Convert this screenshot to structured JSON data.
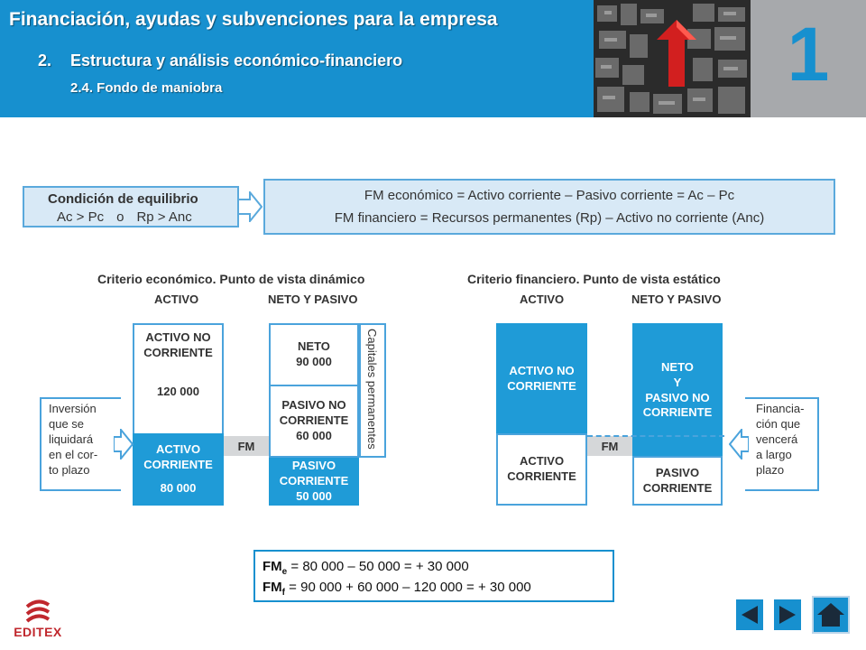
{
  "header": {
    "title": "Financiación, ayudas y subvenciones para la empresa",
    "subtitle_number": "2.",
    "subtitle": "Estructura y análisis económico-financiero",
    "section": "2.4. Fondo de maniobra",
    "chapter_number": "1",
    "accent_color": "#1790cf"
  },
  "condition": {
    "title": "Condición de equilibrio",
    "line_a": "Ac > Pc",
    "connector": "o",
    "line_b": "Rp > Anc"
  },
  "formulas": {
    "economic": "FM económico = Activo corriente – Pasivo corriente = Ac – Pc",
    "financial": "FM financiero = Recursos permanentes (Rp) – Activo no corriente (Anc)"
  },
  "economic_criterion": {
    "title": "Criterio económico. Punto de vista dinámico",
    "col_activo": "ACTIVO",
    "col_neto_pasivo": "NETO Y PASIVO",
    "anc_label_1": "ACTIVO NO",
    "anc_label_2": "CORRIENTE",
    "anc_value": "120 000",
    "ac_label_1": "ACTIVO",
    "ac_label_2": "CORRIENTE",
    "ac_value": "80 000",
    "neto_label": "NETO",
    "neto_value": "90 000",
    "pnc_label_1": "PASIVO NO",
    "pnc_label_2": "CORRIENTE",
    "pnc_value": "60 000",
    "pc_label_1": "PASIVO",
    "pc_label_2": "CORRIENTE",
    "pc_value": "50 000",
    "fm": "FM",
    "capitales": "Capitales permanentes",
    "side_note_1": "Inversión",
    "side_note_2": "que se",
    "side_note_3": "liquidará",
    "side_note_4": "en el cor-",
    "side_note_5": "to plazo"
  },
  "financial_criterion": {
    "title": "Criterio financiero. Punto de vista estático",
    "col_activo": "ACTIVO",
    "col_neto_pasivo": "NETO Y PASIVO",
    "anc_label_1": "ACTIVO NO",
    "anc_label_2": "CORRIENTE",
    "ac_label_1": "ACTIVO",
    "ac_label_2": "CORRIENTE",
    "neto_label_1": "NETO",
    "neto_label_2": "Y",
    "neto_label_3": "PASIVO NO",
    "neto_label_4": "CORRIENTE",
    "pc_label_1": "PASIVO",
    "pc_label_2": "CORRIENTE",
    "fm": "FM",
    "side_note_1": "Financia-",
    "side_note_2": "ción que",
    "side_note_3": "vencerá",
    "side_note_4": "a largo",
    "side_note_5": "plazo"
  },
  "results": {
    "fm_e_prefix": "FM",
    "fm_e_sub": "e",
    "fm_e_expr": " = 80 000 – 50 000 = + 30 000",
    "fm_f_prefix": "FM",
    "fm_f_sub": "f",
    "fm_f_expr": " = 90 000 + 60 000 – 120 000 = + 30 000"
  },
  "logo": {
    "text": "EDITEX"
  },
  "nav": {
    "prev_icon": "triangle-left-icon",
    "next_icon": "triangle-right-icon",
    "home_icon": "home-icon"
  }
}
